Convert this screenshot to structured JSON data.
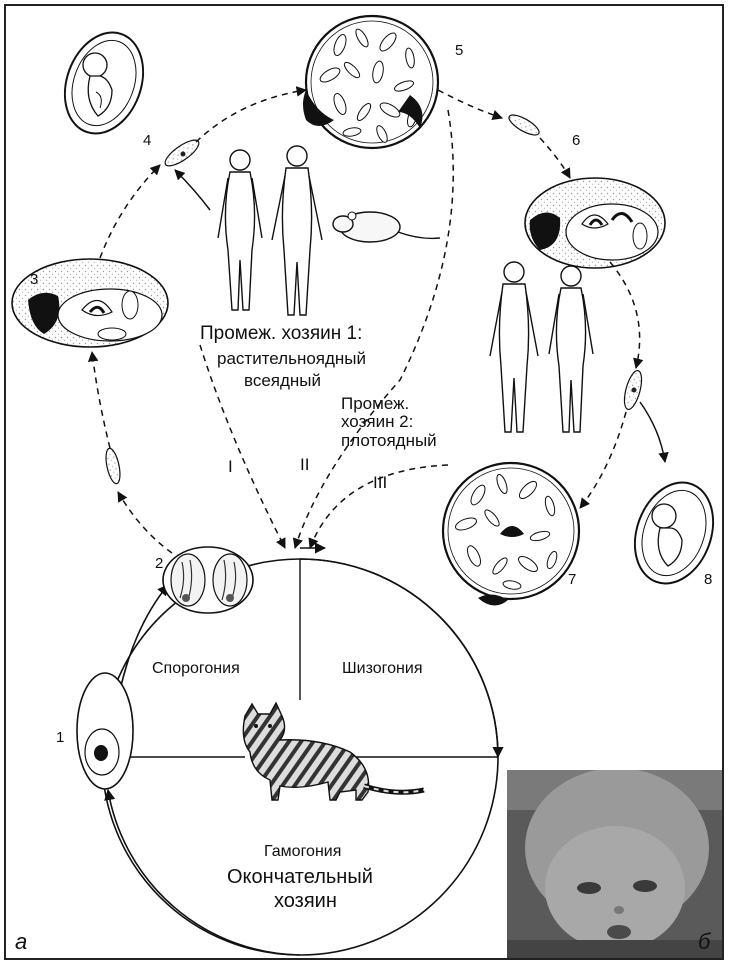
{
  "labels": {
    "stage_numbers": [
      "1",
      "2",
      "3",
      "4",
      "5",
      "6",
      "7",
      "8"
    ],
    "routes": [
      "I",
      "II",
      "III"
    ],
    "host1_title": "Промеж. хозяин 1:",
    "host1_line2": "растительноядный",
    "host1_line3": "всеядный",
    "host2_line1": "Промеж.",
    "host2_line2": "хозяин 2:",
    "host2_line3": "плотоядный",
    "sporogony": "Спорогония",
    "schizogony": "Шизогония",
    "gamogony": "Гамогония",
    "final_host_line1": "Окончательный",
    "final_host_line2": "хозяин",
    "panel_a": "а",
    "panel_b": "б"
  }
}
